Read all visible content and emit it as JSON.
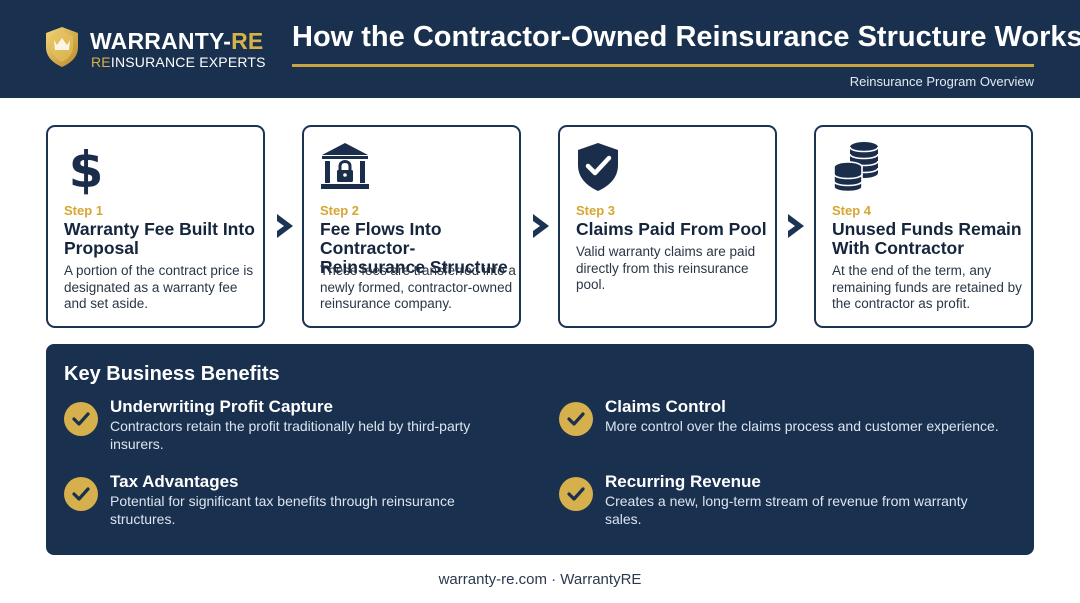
{
  "header": {
    "logo_line1_main": "WARRANTY-",
    "logo_line1_accent": "RE",
    "logo_line2_accent": "RE",
    "logo_line2_main": "INSURANCE EXPERTS",
    "title": "How the Contractor-Owned Reinsurance Structure Works",
    "subtitle": "Reinsurance Program Overview"
  },
  "steps": [
    {
      "icon": "dollar-icon",
      "label": "Step 1",
      "title": "Warranty Fee Built Into Proposal",
      "description": "A portion of the contract price is designated as a warranty fee and set aside."
    },
    {
      "icon": "bank-lock-icon",
      "label": "Step 2",
      "title": "Fee Flows Into Contractor-Reinsurance Structure",
      "description": "These fees are transferred into a newly formed, contractor-owned reinsurance company."
    },
    {
      "icon": "shield-check-icon",
      "label": "Step 3",
      "title": "Claims Paid From Pool",
      "description": "Valid warranty claims are paid directly from this reinsurance pool."
    },
    {
      "icon": "coins-stack-icon",
      "label": "Step 4",
      "title": "Unused Funds Remain With Contractor",
      "description": "At the end of the term, any remaining funds are retained by the contractor as profit."
    }
  ],
  "benefits": {
    "title": "Key Business Benefits",
    "items": [
      {
        "title": "Underwriting Profit Capture",
        "description": "Contractors retain the profit traditionally held by third-party insurers."
      },
      {
        "title": "Claims Control",
        "description": "More control over the claims process and customer experience."
      },
      {
        "title": "Tax Advantages",
        "description": "Potential for significant tax benefits through reinsurance structures."
      },
      {
        "title": "Recurring Revenue",
        "description": "Creates a new, long-term stream of revenue from warranty sales."
      }
    ]
  },
  "footer": {
    "text": "warranty-re.com · WarrantyRE"
  },
  "colors": {
    "navy": "#19304f",
    "gold": "#d6b04c",
    "step_label": "#d6a630",
    "white": "#ffffff"
  }
}
